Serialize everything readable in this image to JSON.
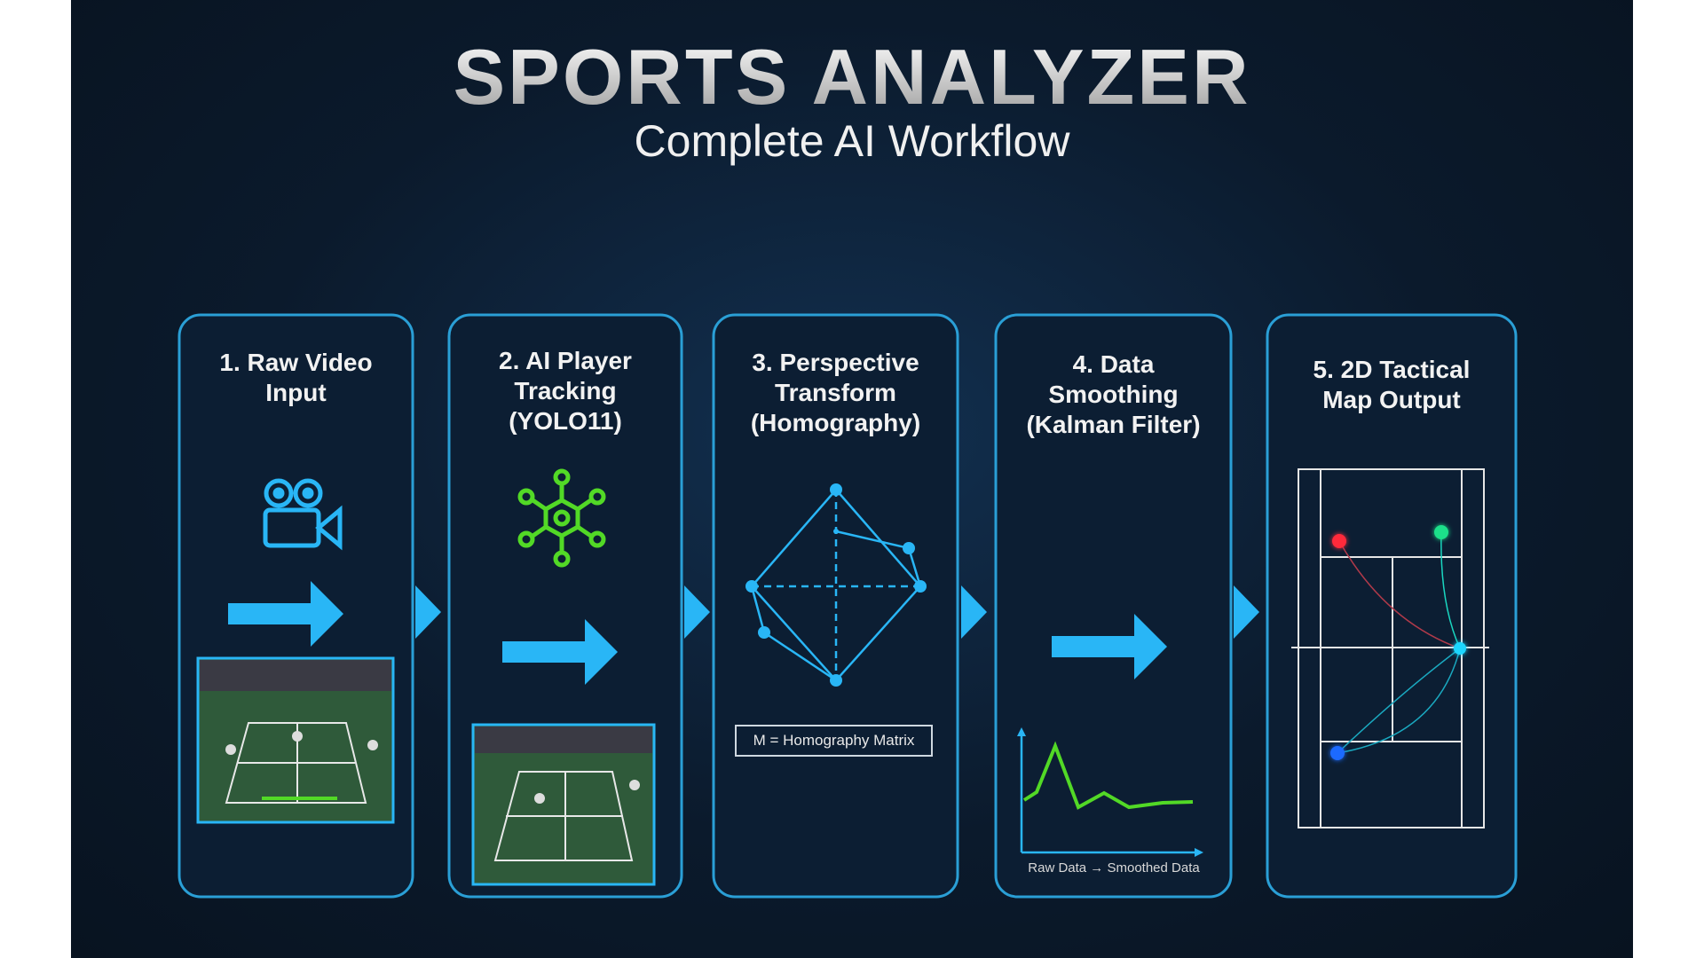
{
  "header": {
    "title": "SPORTS ANALYZER",
    "subtitle": "Complete AI Workflow"
  },
  "steps": [
    {
      "title": "1. Raw Video Input",
      "icon": "video-camera-icon"
    },
    {
      "title": "2. AI Player\nTracking\n(YOLO11)",
      "icon": "neural-network-icon"
    },
    {
      "title": "3. Perspective\nTransform\n(Homography)",
      "icon": "homography-diamond-icon"
    },
    {
      "title": "4. Data\nSmoothing\n(Kalman Filter)",
      "icon": "line-chart-icon"
    },
    {
      "title": "5. 2D Tactical\nMap Output",
      "icon": "tennis-court-map-icon"
    }
  ],
  "matrix_label": "M = Homography Matrix",
  "chart_caption": "Raw Data → Smoothed Data",
  "colors": {
    "accent": "#29b6f6",
    "green": "#52d926",
    "border": "#2a9fd6",
    "red": "#ff2a3a",
    "mint": "#1ee08a",
    "blue": "#1e6bff",
    "cyan": "#1ad6ff"
  }
}
